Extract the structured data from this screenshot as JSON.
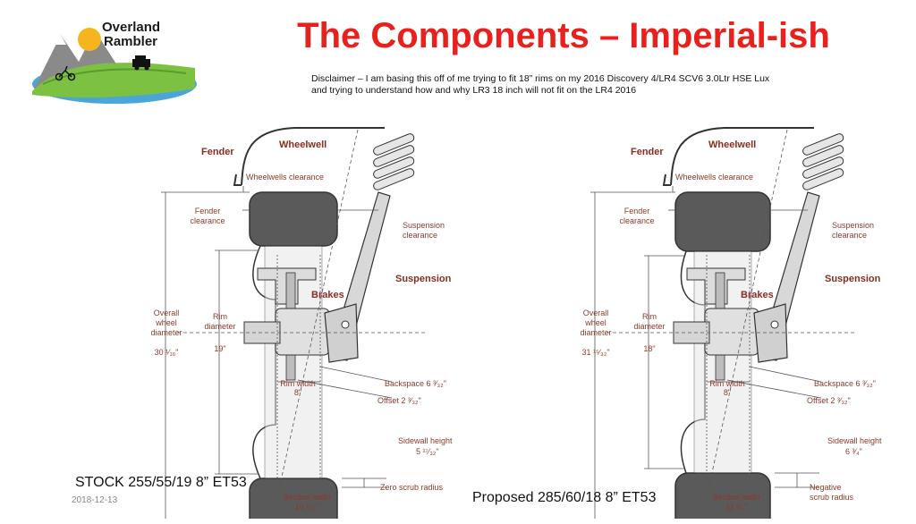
{
  "logo": {
    "line1": "Overland",
    "line2": "Rambler",
    "colors": {
      "sun": "#f6b41f",
      "hills": "#7cc142",
      "water": "#4aa6d8",
      "mountain": "#8a8a8a"
    }
  },
  "title": "The Components – Imperial-ish",
  "disclaimer": {
    "line1": "Disclaimer – I am basing this off of me trying to fit 18” rims on my 2016 Discovery 4/LR4 SCV6 3.0Ltr HSE Lux",
    "line2": "and trying to understand how and why LR3 18 inch will not fit on the LR4 2016"
  },
  "date": "2018-12-13",
  "colors": {
    "title": "#e8201e",
    "label": "#8b3a2a",
    "tire": "#5a5a5a",
    "rim": "#e5e5e5",
    "outline": "#333333"
  },
  "diagrams": [
    {
      "caption": "STOCK 255/55/19 8” ET53",
      "labels": {
        "fender": "Fender",
        "wheelwell": "Wheelwell",
        "wheelwells_clearance": "Wheelwells clearance",
        "fender_clearance_1": "Fender",
        "fender_clearance_2": "clearance",
        "suspension_clearance_1": "Suspension",
        "suspension_clearance_2": "clearance",
        "suspension": "Suspension",
        "brakes": "Brakes",
        "overall_1": "Overall",
        "overall_2": "wheel",
        "overall_3": "diameter",
        "overall_value": "30 ¹⁄₁₆\"",
        "rim_1": "Rim",
        "rim_2": "diameter",
        "rim_value": "19\"",
        "rim_width": "Rim width",
        "rim_width_value": "8\"",
        "backspace": "Backspace 6 ³⁄₃₂\"",
        "offset": "Offset 2 ³⁄₃₂\"",
        "sidewall": "Sidewall height",
        "sidewall_value": "5 ¹⁷⁄₃₂\"",
        "scrub_1": "Zero scrub radius",
        "scrub_2": "",
        "section": "Section width",
        "section_value": "10 ¹⁄₁₆\""
      }
    },
    {
      "caption": "Proposed 285/60/18 8” ET53",
      "labels": {
        "fender": "Fender",
        "wheelwell": "Wheelwell",
        "wheelwells_clearance": "Wheelwells clearance",
        "fender_clearance_1": "Fender",
        "fender_clearance_2": "clearance",
        "suspension_clearance_1": "Suspension",
        "suspension_clearance_2": "clearance",
        "suspension": "Suspension",
        "brakes": "Brakes",
        "overall_1": "Overall",
        "overall_2": "wheel",
        "overall_3": "diameter",
        "overall_value": "31 ¹⁵⁄₃₂\"",
        "rim_1": "Rim",
        "rim_2": "diameter",
        "rim_value": "18\"",
        "rim_width": "Rim width",
        "rim_width_value": "8\"",
        "backspace": "Backspace 6 ³⁄₃₂\"",
        "offset": "Offset 2 ³⁄₃₂\"",
        "sidewall": "Sidewall height",
        "sidewall_value": "6 ³⁄₄\"",
        "scrub_1": "Negative",
        "scrub_2": "scrub radius",
        "section": "Section width",
        "section_value": "11 ¹⁄₄\""
      }
    }
  ]
}
